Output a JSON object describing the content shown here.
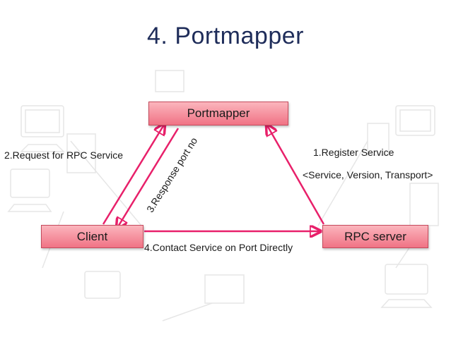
{
  "title": "4.  Portmapper",
  "nodes": {
    "portmapper": "Portmapper",
    "client": "Client",
    "rpc_server": "RPC server"
  },
  "edges": {
    "request": "2.Request for RPC Service",
    "response": "3.Response port no",
    "register": "1.Register Service",
    "register_detail": "<Service, Version, Transport>",
    "contact": "4.Contact Service on Port Directly"
  },
  "colors": {
    "arrow": "#e8206a",
    "node_top": "#fbb5bd",
    "node_bottom": "#f07385",
    "title": "#1f2d5a"
  }
}
